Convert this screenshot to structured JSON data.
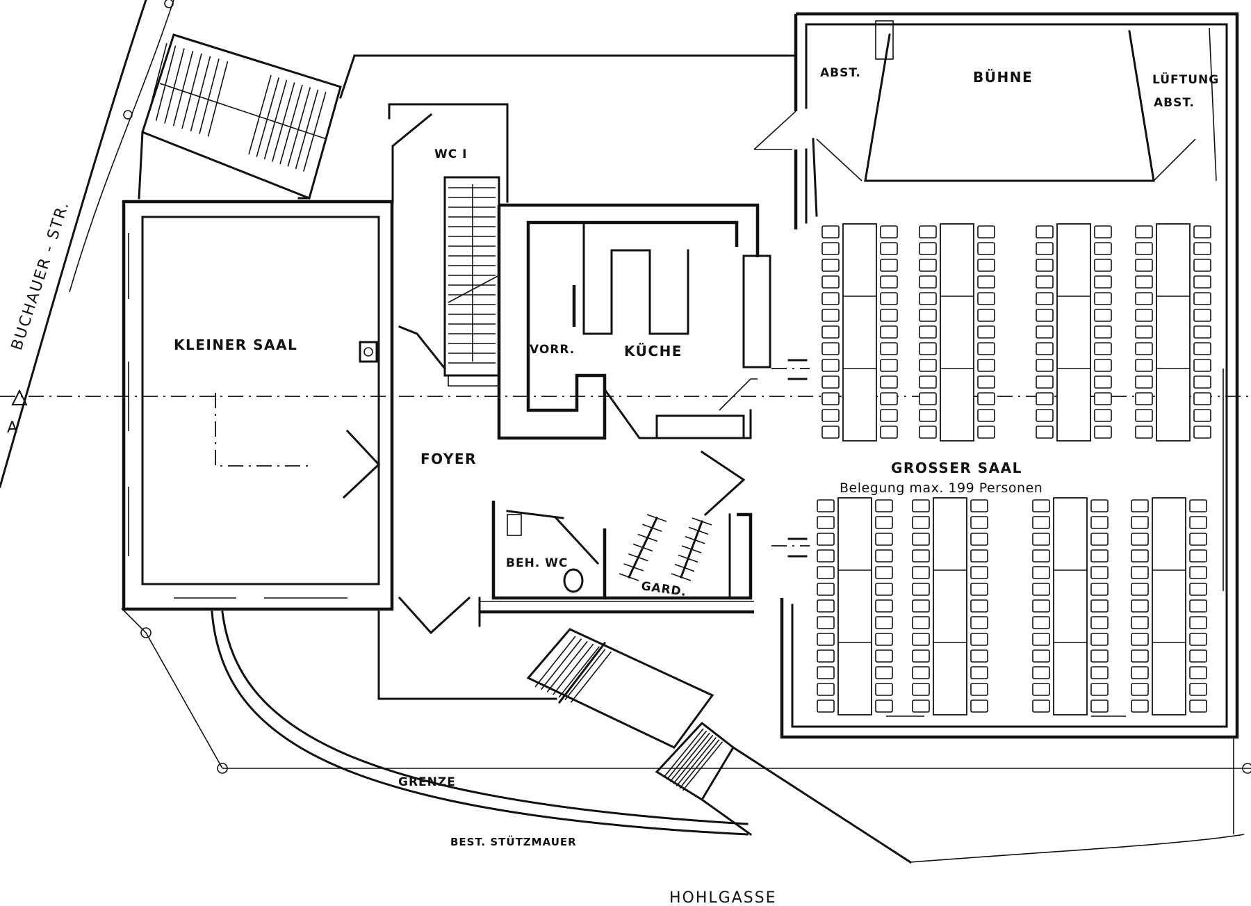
{
  "labels": {
    "kleiner_saal": "KLEINER SAAL",
    "foyer": "FOYER",
    "wc_stair": "WC I",
    "vorr": "VORR.",
    "kueche": "KÜCHE",
    "abst_left": "ABST.",
    "buehne": "BÜHNE",
    "lueftung": "LÜFTUNG",
    "abst_right": "ABST.",
    "grosser_saal": "GROSSER SAAL",
    "belegung": "Belegung max. 199 Personen",
    "beh_wc": "BEH. WC",
    "gard": "GARD.",
    "grenze": "GRENZE",
    "stuetzmauer": "BEST. STÜTZMAUER",
    "hohlgasse": "HOHLGASSE",
    "buchauer_str": "BUCHAUER - STR.",
    "section_mark": "A"
  }
}
